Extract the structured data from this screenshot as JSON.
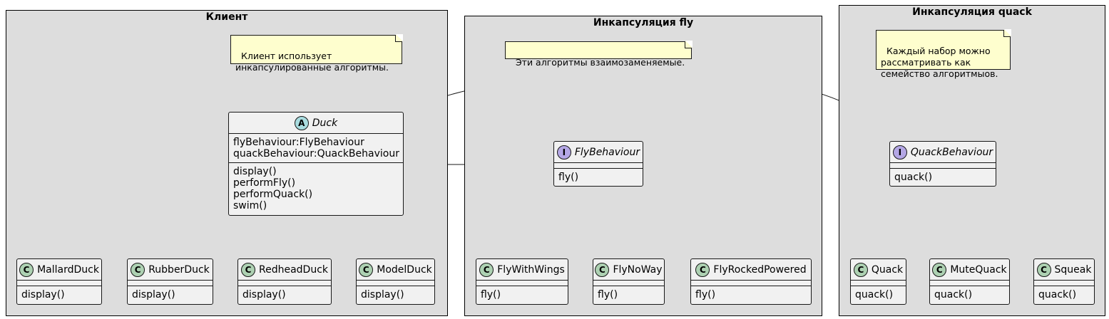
{
  "packages": {
    "client": {
      "title": "Клиент"
    },
    "fly": {
      "title": "Инкапсуляция fly"
    },
    "quack": {
      "title": "Инкапсуляция quack"
    }
  },
  "notes": {
    "client": "Клиент использует\nинкапсулированные алгоритмы.",
    "fly": "Эти алгоритмы взаимозаменяемые.",
    "quack": "Каждый набор можно\nрассматривать как\nсемейство алгоритмыов."
  },
  "classes": {
    "duck": {
      "stereotype": "A",
      "name": "Duck",
      "fields": "flyBehaviour:FlyBehaviour\nquackBehaviour:QuackBehaviour",
      "methods": "display()\nperformFly()\nperformQuack()\nswim()"
    },
    "mallard": {
      "stereotype": "C",
      "name": "MallardDuck",
      "methods": "display()"
    },
    "rubber": {
      "stereotype": "C",
      "name": "RubberDuck",
      "methods": "display()"
    },
    "redhead": {
      "stereotype": "C",
      "name": "RedheadDuck",
      "methods": "display()"
    },
    "model": {
      "stereotype": "C",
      "name": "ModelDuck",
      "methods": "display()"
    },
    "flyBehaviour": {
      "stereotype": "I",
      "name": "FlyBehaviour",
      "methods": "fly()"
    },
    "flyWithWings": {
      "stereotype": "C",
      "name": "FlyWithWings",
      "methods": "fly()"
    },
    "flyNoWay": {
      "stereotype": "C",
      "name": "FlyNoWay",
      "methods": "fly()"
    },
    "flyRocked": {
      "stereotype": "C",
      "name": "FlyRockedPowered",
      "methods": "fly()"
    },
    "quackBehaviour": {
      "stereotype": "I",
      "name": "QuackBehaviour",
      "methods": "quack()"
    },
    "quack": {
      "stereotype": "C",
      "name": "Quack",
      "methods": "quack()"
    },
    "muteQuack": {
      "stereotype": "C",
      "name": "MuteQuack",
      "methods": "quack()"
    },
    "squeak": {
      "stereotype": "C",
      "name": "Squeak",
      "methods": "quack()"
    }
  },
  "colors": {
    "package_bg": "#dddddd",
    "class_bg": "#f1f1f1",
    "note_bg": "#fefece",
    "stereo_class": "#add1b2",
    "stereo_abstract": "#a9dcdf",
    "stereo_interface": "#b4a7e5"
  }
}
